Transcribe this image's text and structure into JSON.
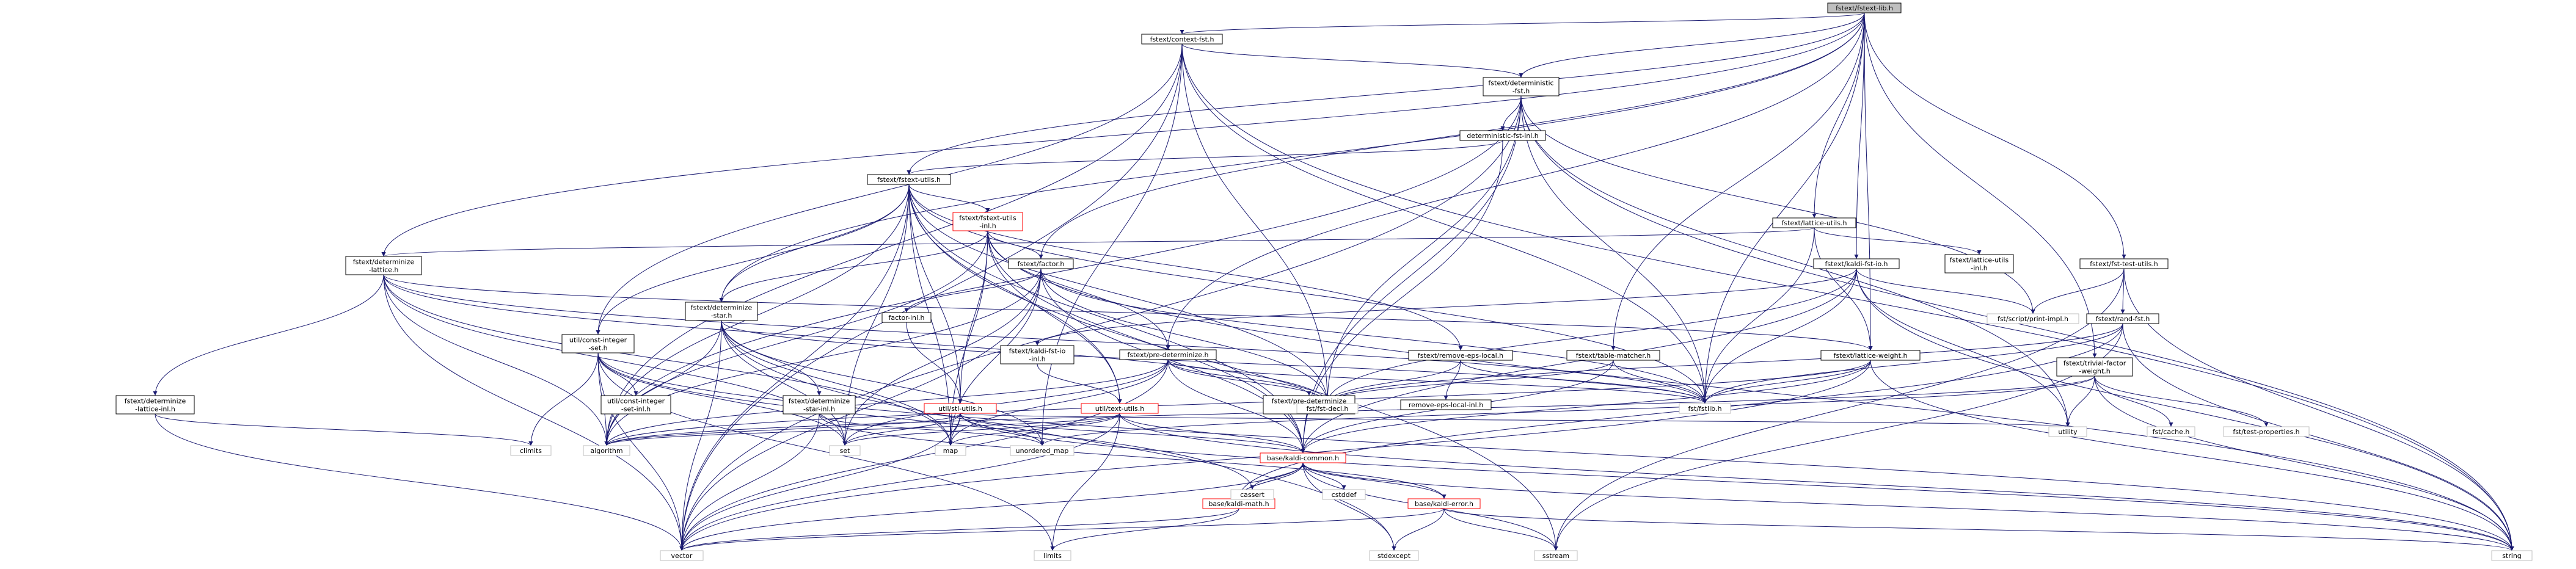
{
  "graph": {
    "colors": {
      "edge": "#191970",
      "focus_fill": "#bfbfbf",
      "focus_border": "#000000",
      "normal_border": "#000000",
      "truncated_border": "#ff0000",
      "external_border": "#bfbfbf",
      "background": "#ffffff"
    },
    "nodes": [
      {
        "id": "fstext-lib",
        "lines": [
          "fstext/fstext-lib.h"
        ],
        "kind": "focus"
      },
      {
        "id": "context-fst",
        "lines": [
          "fstext/context-fst.h"
        ],
        "kind": "normal"
      },
      {
        "id": "deterministic-fst",
        "lines": [
          "fstext/deterministic",
          "-fst.h"
        ],
        "kind": "normal"
      },
      {
        "id": "deterministic-fst-inl",
        "lines": [
          "deterministic-fst-inl.h"
        ],
        "kind": "normal"
      },
      {
        "id": "fstext-utils",
        "lines": [
          "fstext/fstext-utils.h"
        ],
        "kind": "normal"
      },
      {
        "id": "fstext-utils-inl",
        "lines": [
          "fstext/fstext-utils",
          "-inl.h"
        ],
        "kind": "truncated"
      },
      {
        "id": "determinize-lattice",
        "lines": [
          "fstext/determinize",
          "-lattice.h"
        ],
        "kind": "normal"
      },
      {
        "id": "determinize-lattice-inl",
        "lines": [
          "fstext/determinize",
          "-lattice-inl.h"
        ],
        "kind": "normal"
      },
      {
        "id": "const-integer-set",
        "lines": [
          "util/const-integer",
          "-set.h"
        ],
        "kind": "normal"
      },
      {
        "id": "const-integer-set-inl",
        "lines": [
          "util/const-integer",
          "-set-inl.h"
        ],
        "kind": "normal"
      },
      {
        "id": "determinize-star",
        "lines": [
          "fstext/determinize",
          "-star.h"
        ],
        "kind": "normal"
      },
      {
        "id": "determinize-star-inl",
        "lines": [
          "fstext/determinize",
          "-star-inl.h"
        ],
        "kind": "normal"
      },
      {
        "id": "factor",
        "lines": [
          "fstext/factor.h"
        ],
        "kind": "normal"
      },
      {
        "id": "factor-inl",
        "lines": [
          "factor-inl.h"
        ],
        "kind": "normal"
      },
      {
        "id": "kaldi-fst-io-inl",
        "lines": [
          "fstext/kaldi-fst-io",
          "-inl.h"
        ],
        "kind": "normal"
      },
      {
        "id": "pre-determinize",
        "lines": [
          "fstext/pre-determinize.h"
        ],
        "kind": "normal"
      },
      {
        "id": "pre-determinize-inl",
        "lines": [
          "fstext/pre-determinize",
          "-inl.h"
        ],
        "kind": "normal"
      },
      {
        "id": "remove-eps-local",
        "lines": [
          "fstext/remove-eps-local.h"
        ],
        "kind": "normal"
      },
      {
        "id": "remove-eps-local-inl",
        "lines": [
          "remove-eps-local-inl.h"
        ],
        "kind": "normal"
      },
      {
        "id": "table-matcher",
        "lines": [
          "fstext/table-matcher.h"
        ],
        "kind": "normal"
      },
      {
        "id": "lattice-utils",
        "lines": [
          "fstext/lattice-utils.h"
        ],
        "kind": "normal"
      },
      {
        "id": "lattice-utils-inl",
        "lines": [
          "fstext/lattice-utils",
          "-inl.h"
        ],
        "kind": "normal"
      },
      {
        "id": "kaldi-fst-io",
        "lines": [
          "fstext/kaldi-fst-io.h"
        ],
        "kind": "normal"
      },
      {
        "id": "lattice-weight",
        "lines": [
          "fstext/lattice-weight.h"
        ],
        "kind": "normal"
      },
      {
        "id": "fst-test-utils",
        "lines": [
          "fstext/fst-test-utils.h"
        ],
        "kind": "normal"
      },
      {
        "id": "rand-fst",
        "lines": [
          "fstext/rand-fst.h"
        ],
        "kind": "normal"
      },
      {
        "id": "trivial-factor-weight",
        "lines": [
          "fstext/trivial-factor",
          "-weight.h"
        ],
        "kind": "normal"
      },
      {
        "id": "stl-utils",
        "lines": [
          "util/stl-utils.h"
        ],
        "kind": "truncated"
      },
      {
        "id": "text-utils",
        "lines": [
          "util/text-utils.h"
        ],
        "kind": "truncated"
      },
      {
        "id": "kaldi-common",
        "lines": [
          "base/kaldi-common.h"
        ],
        "kind": "truncated"
      },
      {
        "id": "kaldi-math",
        "lines": [
          "base/kaldi-math.h"
        ],
        "kind": "truncated"
      },
      {
        "id": "kaldi-error",
        "lines": [
          "base/kaldi-error.h"
        ],
        "kind": "truncated"
      },
      {
        "id": "fst-decl",
        "lines": [
          "fst/fst-decl.h"
        ],
        "kind": "external"
      },
      {
        "id": "fstlib",
        "lines": [
          "fst/fstlib.h"
        ],
        "kind": "external"
      },
      {
        "id": "print-impl",
        "lines": [
          "fst/script/print-impl.h"
        ],
        "kind": "external"
      },
      {
        "id": "fst-cache",
        "lines": [
          "fst/cache.h"
        ],
        "kind": "external"
      },
      {
        "id": "test-properties",
        "lines": [
          "fst/test-properties.h"
        ],
        "kind": "external"
      },
      {
        "id": "vector",
        "lines": [
          "vector"
        ],
        "kind": "external"
      },
      {
        "id": "algorithm",
        "lines": [
          "algorithm"
        ],
        "kind": "external"
      },
      {
        "id": "set",
        "lines": [
          "set"
        ],
        "kind": "external"
      },
      {
        "id": "map",
        "lines": [
          "map"
        ],
        "kind": "external"
      },
      {
        "id": "unordered-map",
        "lines": [
          "unordered_map"
        ],
        "kind": "external"
      },
      {
        "id": "climits",
        "lines": [
          "climits"
        ],
        "kind": "external"
      },
      {
        "id": "string",
        "lines": [
          "string"
        ],
        "kind": "external"
      },
      {
        "id": "sstream",
        "lines": [
          "sstream"
        ],
        "kind": "external"
      },
      {
        "id": "utility",
        "lines": [
          "utility"
        ],
        "kind": "external"
      },
      {
        "id": "cassert",
        "lines": [
          "cassert"
        ],
        "kind": "external"
      },
      {
        "id": "cstddef",
        "lines": [
          "cstddef"
        ],
        "kind": "external"
      },
      {
        "id": "stdexcept",
        "lines": [
          "stdexcept"
        ],
        "kind": "external"
      },
      {
        "id": "limits",
        "lines": [
          "limits"
        ],
        "kind": "external"
      }
    ],
    "edges": [
      [
        "fstext-lib",
        "context-fst"
      ],
      [
        "fstext-lib",
        "deterministic-fst"
      ],
      [
        "fstext-lib",
        "determinize-lattice"
      ],
      [
        "fstext-lib",
        "determinize-star"
      ],
      [
        "fstext-lib",
        "factor"
      ],
      [
        "fstext-lib",
        "fstext-utils"
      ],
      [
        "fstext-lib",
        "pre-determinize"
      ],
      [
        "fstext-lib",
        "table-matcher"
      ],
      [
        "fstext-lib",
        "lattice-utils"
      ],
      [
        "fstext-lib",
        "kaldi-fst-io"
      ],
      [
        "fstext-lib",
        "lattice-weight"
      ],
      [
        "fstext-lib",
        "fst-test-utils"
      ],
      [
        "fstext-lib",
        "trivial-factor-weight"
      ],
      [
        "fstext-lib",
        "fstlib"
      ],
      [
        "context-fst",
        "deterministic-fst"
      ],
      [
        "context-fst",
        "const-integer-set"
      ],
      [
        "context-fst",
        "fst-decl"
      ],
      [
        "context-fst",
        "fstlib"
      ],
      [
        "context-fst",
        "algorithm"
      ],
      [
        "context-fst",
        "vector"
      ],
      [
        "context-fst",
        "string"
      ],
      [
        "context-fst",
        "unordered-map"
      ],
      [
        "deterministic-fst",
        "deterministic-fst-inl"
      ],
      [
        "deterministic-fst",
        "fst-decl"
      ],
      [
        "deterministic-fst",
        "fstlib"
      ],
      [
        "deterministic-fst",
        "kaldi-common"
      ],
      [
        "deterministic-fst",
        "print-impl"
      ],
      [
        "deterministic-fst",
        "algorithm"
      ],
      [
        "deterministic-fst",
        "vector"
      ],
      [
        "deterministic-fst",
        "string"
      ],
      [
        "deterministic-fst",
        "utility"
      ],
      [
        "deterministic-fst-inl",
        "fstext-utils"
      ],
      [
        "deterministic-fst-inl",
        "kaldi-common"
      ],
      [
        "fstext-utils",
        "fstext-utils-inl"
      ],
      [
        "fstext-utils",
        "determinize-star"
      ],
      [
        "fstext-utils",
        "remove-eps-local"
      ],
      [
        "fstext-utils",
        "fstlib"
      ],
      [
        "fstext-utils",
        "fst-decl"
      ],
      [
        "fstext-utils",
        "kaldi-common"
      ],
      [
        "fstext-utils",
        "stl-utils"
      ],
      [
        "fstext-utils",
        "text-utils"
      ],
      [
        "fstext-utils",
        "algorithm"
      ],
      [
        "fstext-utils",
        "set"
      ],
      [
        "fstext-utils",
        "map"
      ],
      [
        "fstext-utils",
        "vector"
      ],
      [
        "fstext-utils",
        "sstream"
      ],
      [
        "fstext-utils",
        "const-integer-set"
      ],
      [
        "fstext-utils-inl",
        "factor"
      ],
      [
        "fstext-utils-inl",
        "pre-determinize"
      ],
      [
        "fstext-utils-inl",
        "determinize-star"
      ],
      [
        "fstext-utils-inl",
        "stl-utils"
      ],
      [
        "fstext-utils-inl",
        "text-utils"
      ],
      [
        "fstext-utils-inl",
        "kaldi-common"
      ],
      [
        "fstext-utils-inl",
        "algorithm"
      ],
      [
        "fstext-utils-inl",
        "map"
      ],
      [
        "fstext-utils-inl",
        "string"
      ],
      [
        "determinize-lattice",
        "determinize-lattice-inl"
      ],
      [
        "determinize-lattice",
        "fstlib"
      ],
      [
        "determinize-lattice",
        "fst-decl"
      ],
      [
        "determinize-lattice",
        "lattice-weight"
      ],
      [
        "determinize-lattice",
        "algorithm"
      ],
      [
        "determinize-lattice",
        "map"
      ],
      [
        "determinize-lattice",
        "set"
      ],
      [
        "determinize-lattice",
        "vector"
      ],
      [
        "determinize-lattice-inl",
        "vector"
      ],
      [
        "determinize-lattice-inl",
        "climits"
      ],
      [
        "const-integer-set",
        "const-integer-set-inl"
      ],
      [
        "const-integer-set",
        "vector"
      ],
      [
        "const-integer-set",
        "set"
      ],
      [
        "const-integer-set",
        "algorithm"
      ],
      [
        "const-integer-set",
        "climits"
      ],
      [
        "const-integer-set",
        "limits"
      ],
      [
        "const-integer-set",
        "cassert"
      ],
      [
        "const-integer-set",
        "string"
      ],
      [
        "determinize-star",
        "determinize-star-inl"
      ],
      [
        "determinize-star",
        "fstlib"
      ],
      [
        "determinize-star",
        "algorithm"
      ],
      [
        "determinize-star",
        "map"
      ],
      [
        "determinize-star",
        "set"
      ],
      [
        "determinize-star",
        "vector"
      ],
      [
        "determinize-star",
        "stdexcept"
      ],
      [
        "determinize-star",
        "unordered-map"
      ],
      [
        "determinize-star-inl",
        "vector"
      ],
      [
        "determinize-star-inl",
        "kaldi-error"
      ],
      [
        "determinize-star-inl",
        "unordered-map"
      ],
      [
        "factor",
        "factor-inl"
      ],
      [
        "factor",
        "fstlib"
      ],
      [
        "factor",
        "fst-decl"
      ],
      [
        "factor",
        "kaldi-common"
      ],
      [
        "factor",
        "algorithm"
      ],
      [
        "factor",
        "map"
      ],
      [
        "factor",
        "set"
      ],
      [
        "factor",
        "vector"
      ],
      [
        "factor-inl",
        "stl-utils"
      ],
      [
        "pre-determinize",
        "pre-determinize-inl"
      ],
      [
        "pre-determinize",
        "fstlib"
      ],
      [
        "pre-determinize",
        "fst-decl"
      ],
      [
        "pre-determinize",
        "kaldi-common"
      ],
      [
        "pre-determinize",
        "algorithm"
      ],
      [
        "pre-determinize",
        "map"
      ],
      [
        "pre-determinize",
        "set"
      ],
      [
        "pre-determinize",
        "vector"
      ],
      [
        "remove-eps-local",
        "remove-eps-local-inl"
      ],
      [
        "remove-eps-local",
        "fstlib"
      ],
      [
        "remove-eps-local",
        "fst-decl"
      ],
      [
        "table-matcher",
        "fstlib"
      ],
      [
        "table-matcher",
        "fst-decl"
      ],
      [
        "table-matcher",
        "kaldi-common"
      ],
      [
        "lattice-utils",
        "lattice-utils-inl"
      ],
      [
        "lattice-utils",
        "fstlib"
      ],
      [
        "lattice-utils",
        "lattice-weight"
      ],
      [
        "lattice-utils",
        "determinize-lattice"
      ],
      [
        "kaldi-fst-io",
        "kaldi-fst-io-inl"
      ],
      [
        "kaldi-fst-io",
        "fstlib"
      ],
      [
        "kaldi-fst-io",
        "fst-decl"
      ],
      [
        "kaldi-fst-io",
        "print-impl"
      ],
      [
        "kaldi-fst-io",
        "kaldi-common"
      ],
      [
        "kaldi-fst-io",
        "string"
      ],
      [
        "kaldi-fst-io",
        "utility"
      ],
      [
        "kaldi-fst-io-inl",
        "text-utils"
      ],
      [
        "lattice-weight",
        "fstlib"
      ],
      [
        "lattice-weight",
        "kaldi-common"
      ],
      [
        "lattice-weight",
        "algorithm"
      ],
      [
        "lattice-weight",
        "string"
      ],
      [
        "lattice-weight",
        "vector"
      ],
      [
        "fst-test-utils",
        "rand-fst"
      ],
      [
        "fst-test-utils",
        "print-impl"
      ],
      [
        "fst-test-utils",
        "sstream"
      ],
      [
        "fst-test-utils",
        "string"
      ],
      [
        "rand-fst",
        "fstlib"
      ],
      [
        "rand-fst",
        "fst-decl"
      ],
      [
        "rand-fst",
        "kaldi-math"
      ],
      [
        "rand-fst",
        "sstream"
      ],
      [
        "rand-fst",
        "string"
      ],
      [
        "trivial-factor-weight",
        "fst-cache"
      ],
      [
        "trivial-factor-weight",
        "test-properties"
      ],
      [
        "trivial-factor-weight",
        "unordered-map"
      ],
      [
        "trivial-factor-weight",
        "string"
      ],
      [
        "trivial-factor-weight",
        "utility"
      ],
      [
        "trivial-factor-weight",
        "algorithm"
      ],
      [
        "stl-utils",
        "kaldi-common"
      ],
      [
        "stl-utils",
        "algorithm"
      ],
      [
        "stl-utils",
        "map"
      ],
      [
        "stl-utils",
        "set"
      ],
      [
        "stl-utils",
        "string"
      ],
      [
        "stl-utils",
        "unordered-map"
      ],
      [
        "stl-utils",
        "utility"
      ],
      [
        "stl-utils",
        "vector"
      ],
      [
        "text-utils",
        "kaldi-common"
      ],
      [
        "text-utils",
        "algorithm"
      ],
      [
        "text-utils",
        "map"
      ],
      [
        "text-utils",
        "set"
      ],
      [
        "text-utils",
        "string"
      ],
      [
        "text-utils",
        "vector"
      ],
      [
        "text-utils",
        "limits"
      ],
      [
        "kaldi-common",
        "kaldi-math"
      ],
      [
        "kaldi-common",
        "kaldi-error"
      ],
      [
        "kaldi-common",
        "cassert"
      ],
      [
        "kaldi-common",
        "cstddef"
      ],
      [
        "kaldi-common",
        "sstream"
      ],
      [
        "kaldi-common",
        "stdexcept"
      ],
      [
        "kaldi-common",
        "string"
      ],
      [
        "kaldi-common",
        "vector"
      ],
      [
        "kaldi-math",
        "kaldi-common"
      ],
      [
        "kaldi-math",
        "limits"
      ],
      [
        "kaldi-math",
        "vector"
      ],
      [
        "kaldi-error",
        "stdexcept"
      ],
      [
        "kaldi-error",
        "string"
      ],
      [
        "kaldi-error",
        "vector"
      ],
      [
        "kaldi-error",
        "sstream"
      ]
    ]
  }
}
